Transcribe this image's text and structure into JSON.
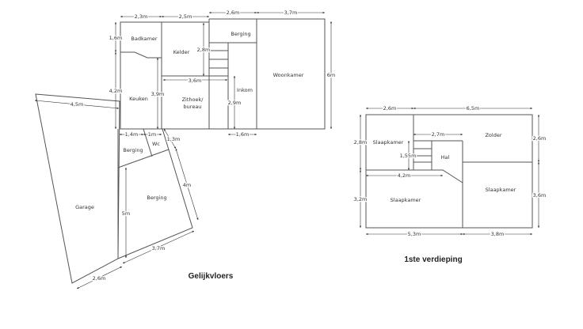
{
  "ground_floor": {
    "title": "Gelijkvloers",
    "rooms": {
      "badkamer": "Badkamer",
      "kelder": "Kelder",
      "berging_top": "Berging",
      "woonkamer": "Woonkamer",
      "keuken": "Keuken",
      "zithoek_1": "Zithoek/",
      "zithoek_2": "bureau",
      "inkom": "Inkom",
      "berging_small": "Berging",
      "wc": "Wc",
      "berging_large": "Berging",
      "garage": "Garage"
    },
    "dimensions": {
      "badkamer_width": "2,3m",
      "kelder_width": "2,5m",
      "berging_width": "2,6m",
      "woonkamer_width": "3,7m",
      "badkamer_depth": "1,6m",
      "keuken_depth": "4,2m",
      "kelder_depth": "2,8m",
      "keuken_inner": "3,9m",
      "zithoek_width": "3,6m",
      "inkom_depth": "2,9m",
      "inkom_width": "1,6m",
      "woonkamer_depth": "6m",
      "garage_top": "4,5m",
      "berging_small_width": "1,4m",
      "wc_width": "1m",
      "wc_depth": "1,3m",
      "berging_side": "4m",
      "berging_depth": "5m",
      "berging_bottom": "3,7m",
      "garage_bottom": "2,6m"
    }
  },
  "first_floor": {
    "title": "1ste verdieping",
    "rooms": {
      "slaapkamer_tl": "Slaapkamer",
      "zolder": "Zolder",
      "hal": "Hal",
      "slaapkamer_bl": "Slaapkamer",
      "slaapkamer_r": "Slaapkamer"
    },
    "dimensions": {
      "top_left": "2,6m",
      "top_right": "6,5m",
      "hal_width": "2,7m",
      "stair_depth": "1,55m",
      "slaapkamer_width": "4,2m",
      "left_top": "2,8m",
      "left_bottom": "3,2m",
      "right_top": "2,6m",
      "right_bottom": "3,6m",
      "bottom_left": "5,3m",
      "bottom_right": "3,8m"
    }
  }
}
